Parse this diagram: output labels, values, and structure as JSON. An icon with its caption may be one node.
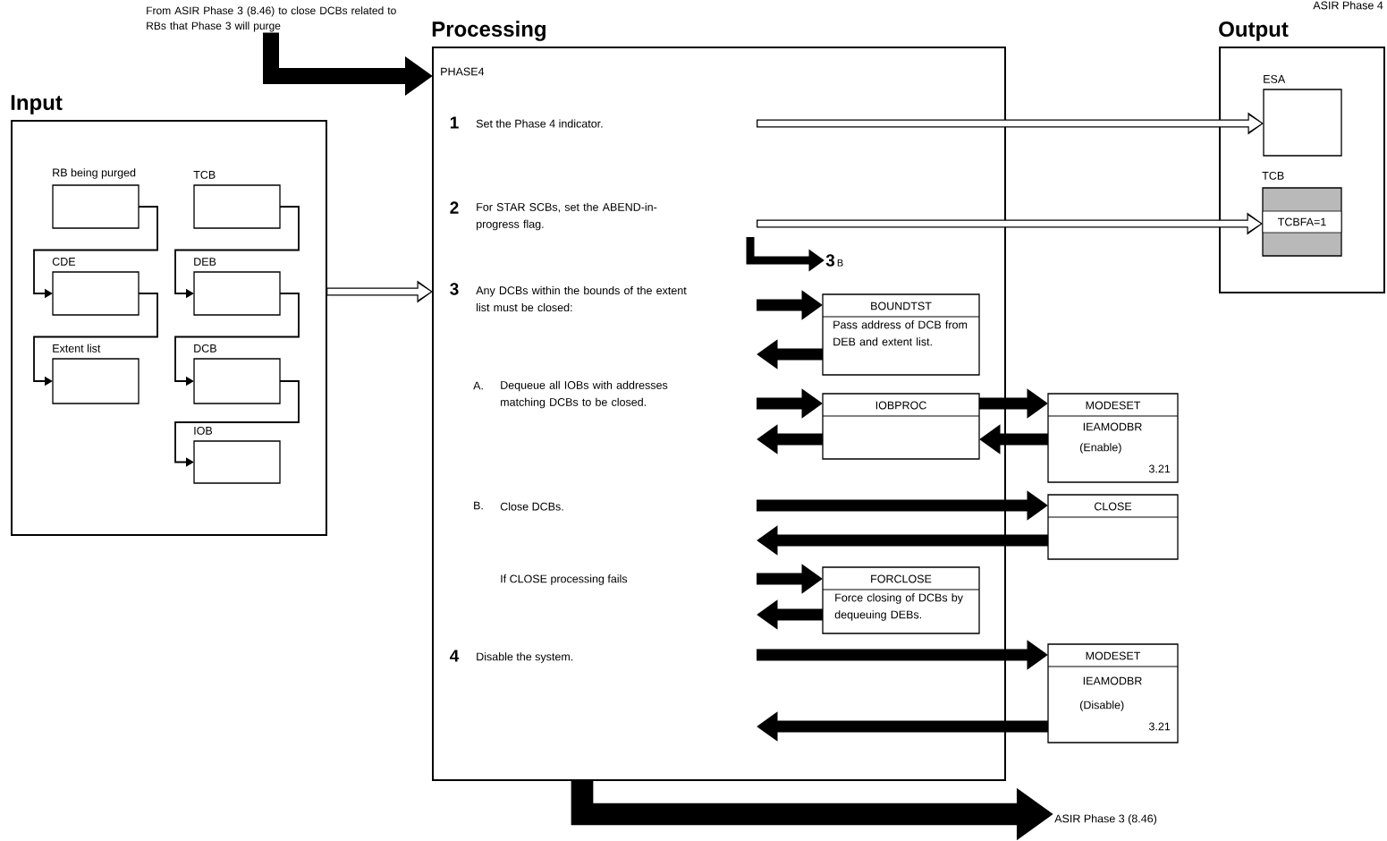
{
  "diagram": {
    "nodes": [
      {
        "text": [
          "Input"
        ]
      },
      {
        "text": [
          "RB being purged"
        ],
        "in": 0
      },
      {
        "text": [
          "CDE"
        ],
        "in": 0
      },
      {
        "text": [
          "Extent list"
        ],
        "in": 0
      },
      {
        "text": [
          "TCB"
        ],
        "in": 0
      },
      {
        "text": [
          "DEB"
        ],
        "in": 0
      },
      {
        "text": [
          "DCB"
        ],
        "in": 0
      },
      {
        "text": [
          "IOB"
        ],
        "in": 0
      },
      {
        "text": [
          "Processing",
          "PHASE4"
        ]
      },
      {
        "text": [
          "BOUNDTST",
          "Pass address of DCB from DEB and extent list."
        ],
        "in": 8
      },
      {
        "text": [
          "IOBPROC"
        ],
        "in": 8
      },
      {
        "text": [
          "FORCLOSE",
          "Force closing of DCBs by dequeuing DEBs."
        ],
        "in": 8
      },
      {
        "text": [
          "MODESET",
          "IEAMODBR",
          "(Enable)",
          "3.21"
        ]
      },
      {
        "text": [
          "CLOSE"
        ]
      },
      {
        "text": [
          "MODESET",
          "IEAMODBR",
          "(Disable)",
          "3.21"
        ]
      },
      {
        "text": [
          "Output"
        ]
      },
      {
        "text": [
          "ESA"
        ],
        "in": 15
      },
      {
        "text": [
          "TCB",
          "TCBFA=1"
        ],
        "in": 15
      },
      {
        "text": [
          "From ASIR Phase 3 (8.46) to close DCBs related to RBs that Phase 3 will purge"
        ]
      },
      {
        "text": [
          "ASIR Phase 3 (8.46)"
        ]
      },
      {
        "text": [
          "3",
          "B"
        ],
        "in": 8
      }
    ],
    "edges": [
      {
        "from": 1,
        "to": 2,
        "arrow": "to"
      },
      {
        "from": 2,
        "to": 3,
        "arrow": "to"
      },
      {
        "from": 4,
        "to": 5,
        "arrow": "to"
      },
      {
        "from": 5,
        "to": 6,
        "arrow": "to"
      },
      {
        "from": 6,
        "to": 7,
        "arrow": "to"
      },
      {
        "from": 0,
        "to": 8,
        "arrow": "to"
      },
      {
        "from": null,
        "to": 16,
        "arrow": "to"
      },
      {
        "from": null,
        "to": 17,
        "arrow": "to"
      },
      {
        "from": 18,
        "to": 8,
        "arrow": "to"
      },
      {
        "from": null,
        "to": 20,
        "arrow": "to"
      },
      {
        "from": null,
        "to": 9,
        "arrow": "to"
      },
      {
        "from": 9,
        "to": null,
        "arrow": "to"
      },
      {
        "from": null,
        "to": 10,
        "arrow": "to"
      },
      {
        "from": 10,
        "to": null,
        "arrow": "to"
      },
      {
        "from": 10,
        "to": 12,
        "arrow": "to"
      },
      {
        "from": 12,
        "to": 10,
        "arrow": "to"
      },
      {
        "from": null,
        "to": 13,
        "arrow": "to"
      },
      {
        "from": 13,
        "to": null,
        "arrow": "to"
      },
      {
        "from": null,
        "to": 11,
        "arrow": "to"
      },
      {
        "from": 11,
        "to": null,
        "arrow": "to"
      },
      {
        "from": null,
        "to": 14,
        "arrow": "to"
      },
      {
        "from": 14,
        "to": null,
        "arrow": "to"
      },
      {
        "from": 8,
        "to": 19,
        "arrow": "to",
        "style": "thick"
      }
    ],
    "labels": [
      "ASIR Phase 4",
      "1",
      "Set the Phase 4 indicator.",
      "2",
      "For STAR SCBs, set the ABEND-in-progress flag.",
      "3",
      "Any DCBs within the bounds of the extent list must be closed:",
      "A.",
      "Dequeue all IOBs with addresses matching DCBs to be closed.",
      "B.",
      "Close DCBs.",
      "If CLOSE processing fails",
      "4",
      "Disable the system."
    ]
  }
}
